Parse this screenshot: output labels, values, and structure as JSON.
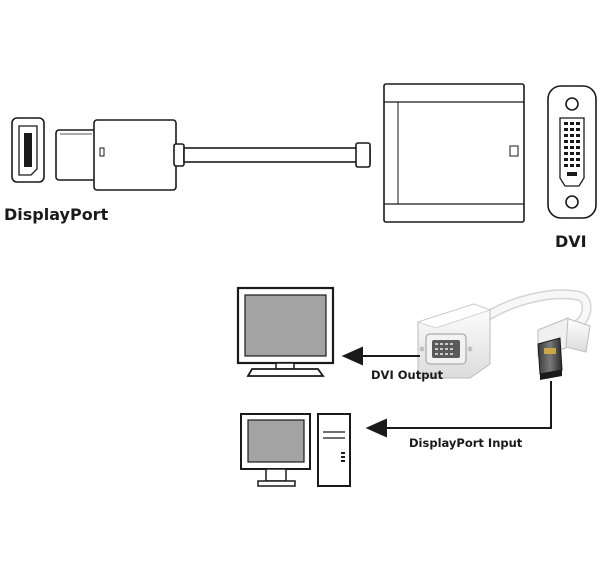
{
  "labels": {
    "displayport_connector": "DisplayPort",
    "dvi_connector": "DVI",
    "dvi_output": "DVI Output",
    "displayport_input": "DisplayPort Input"
  },
  "colors": {
    "stroke": "#1a1a1a",
    "screen_fill": "#a3a3a3",
    "adapter_white": "#f4f4f4",
    "adapter_shadow": "#d4d4d4",
    "plug_metal": "#2a2a2a",
    "plug_gold": "#c9a646"
  },
  "icons": [
    "displayport-port-icon",
    "dvi-port-icon",
    "monitor-icon",
    "desktop-computer-icon",
    "arrow-left-icon"
  ]
}
